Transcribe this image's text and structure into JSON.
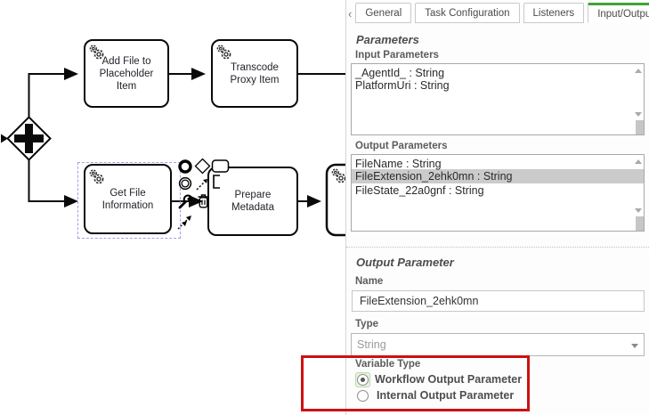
{
  "diagram": {
    "tasks": {
      "add_file": {
        "lines": [
          "Add File to",
          "Placeholder",
          "Item"
        ]
      },
      "transcode": {
        "lines": [
          "Transcode",
          "Proxy Item"
        ]
      },
      "get_file": {
        "lines": [
          "Get File",
          "Information"
        ]
      },
      "prepare": {
        "lines": [
          "Prepare",
          "Metadata"
        ]
      }
    }
  },
  "panel": {
    "back_arrow": "‹",
    "tabs": [
      {
        "label": "General"
      },
      {
        "label": "Task Configuration"
      },
      {
        "label": "Listeners"
      },
      {
        "label": "Input/Output"
      }
    ],
    "parameters": {
      "heading": "Parameters",
      "input_label": "Input Parameters",
      "input_items": [
        "_AgentId_ : String",
        "PlatformUri : String"
      ],
      "output_label": "Output Parameters",
      "output_items": [
        "FileName : String",
        "FileExtension_2ehk0mn : String",
        "FileState_22a0gnf : String"
      ]
    },
    "output_parameter": {
      "heading": "Output Parameter",
      "name_label": "Name",
      "name_value": "FileExtension_2ehk0mn",
      "type_label": "Type",
      "type_value": "String",
      "variable_type_label": "Variable Type",
      "radio_options": [
        {
          "label": "Workflow Output Parameter",
          "selected": true
        },
        {
          "label": "Internal Output Parameter",
          "selected": false
        }
      ]
    }
  },
  "colors": {
    "active_tab_green": "#3fa435",
    "highlight_red": "#cc1111",
    "selection_blue": "#a0a0ea",
    "list_selected_gray": "#cbcbcb"
  }
}
